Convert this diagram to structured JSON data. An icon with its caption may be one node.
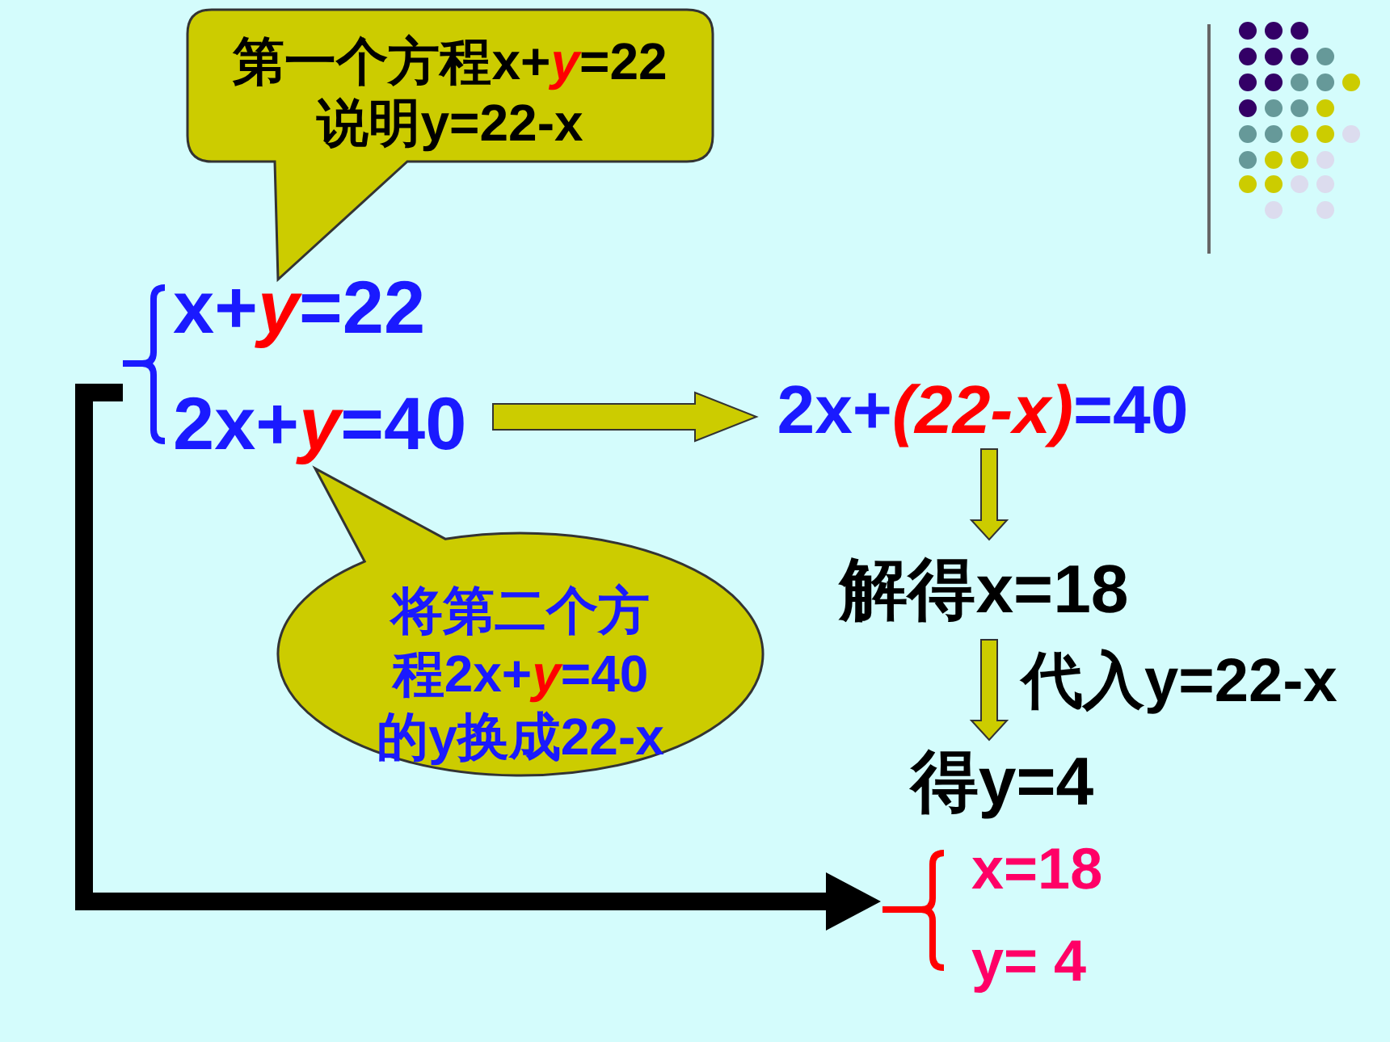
{
  "diagram": {
    "nodes": [
      {
        "text": [
          "第一个方程x+*y*=22说明y=22-x"
        ]
      },
      {
        "text": [
          "x+*y*=22",
          "2x+*y*=40"
        ]
      },
      {
        "text": [
          "2x+*(22-x)*=40"
        ]
      },
      {
        "text": [
          "将第二个方程2x+*y*=40的y换成22-x"
        ]
      },
      {
        "text": [
          "解得x=18"
        ]
      },
      {
        "text": [
          "得y=4"
        ]
      },
      {
        "text": [
          "x=18",
          "y= 4"
        ]
      }
    ],
    "edges": [
      {
        "from": 1,
        "to": 2,
        "arrow": "to"
      },
      {
        "from": 2,
        "to": 4,
        "arrow": "to"
      },
      {
        "from": 4,
        "to": 5,
        "arrow": "to",
        "label": "代入y=22-x"
      },
      {
        "from": 1,
        "to": 6,
        "arrow": "to",
        "style": "thick",
        "color": "#000000"
      }
    ]
  }
}
